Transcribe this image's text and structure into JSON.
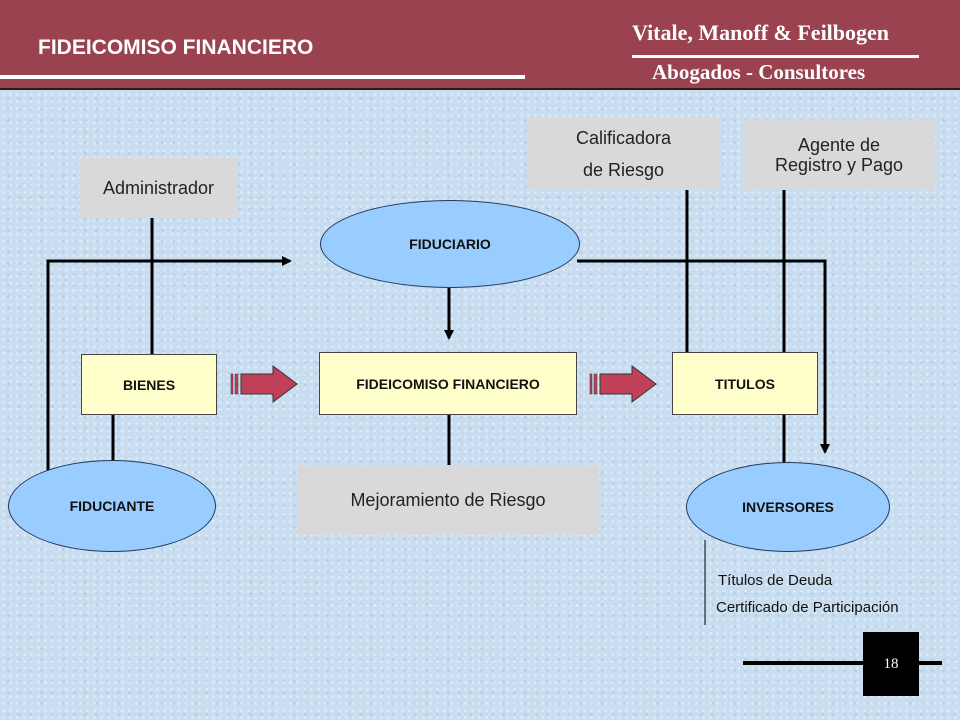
{
  "header": {
    "title": "FIDEICOMISO FINANCIERO",
    "firm_name": "Vitale, Manoff & Feilbogen",
    "firm_subtitle": "Abogados - Consultores"
  },
  "nodes": {
    "administrador": "Administrador",
    "calificadora_line1": "Calificadora",
    "calificadora_line2": "de Riesgo",
    "agente_line1": "Agente de",
    "agente_line2": "Registro y Pago",
    "fiduciario": "FIDUCIARIO",
    "bienes": "BIENES",
    "fideicomiso": "FIDEICOMISO FINANCIERO",
    "titulos": "TITULOS",
    "fiduciante": "FIDUCIANTE",
    "mejoramiento": "Mejoramiento de Riesgo",
    "inversores": "INVERSORES"
  },
  "notes": {
    "titulos_deuda": "Títulos de Deuda",
    "certificado": "Certificado de Participación"
  },
  "page_number": "18",
  "colors": {
    "header_bg": "#9b4250",
    "ellipse_fill": "#99ccff",
    "result_box_fill": "#ffffcc",
    "arrow_fill": "#c0405a"
  }
}
